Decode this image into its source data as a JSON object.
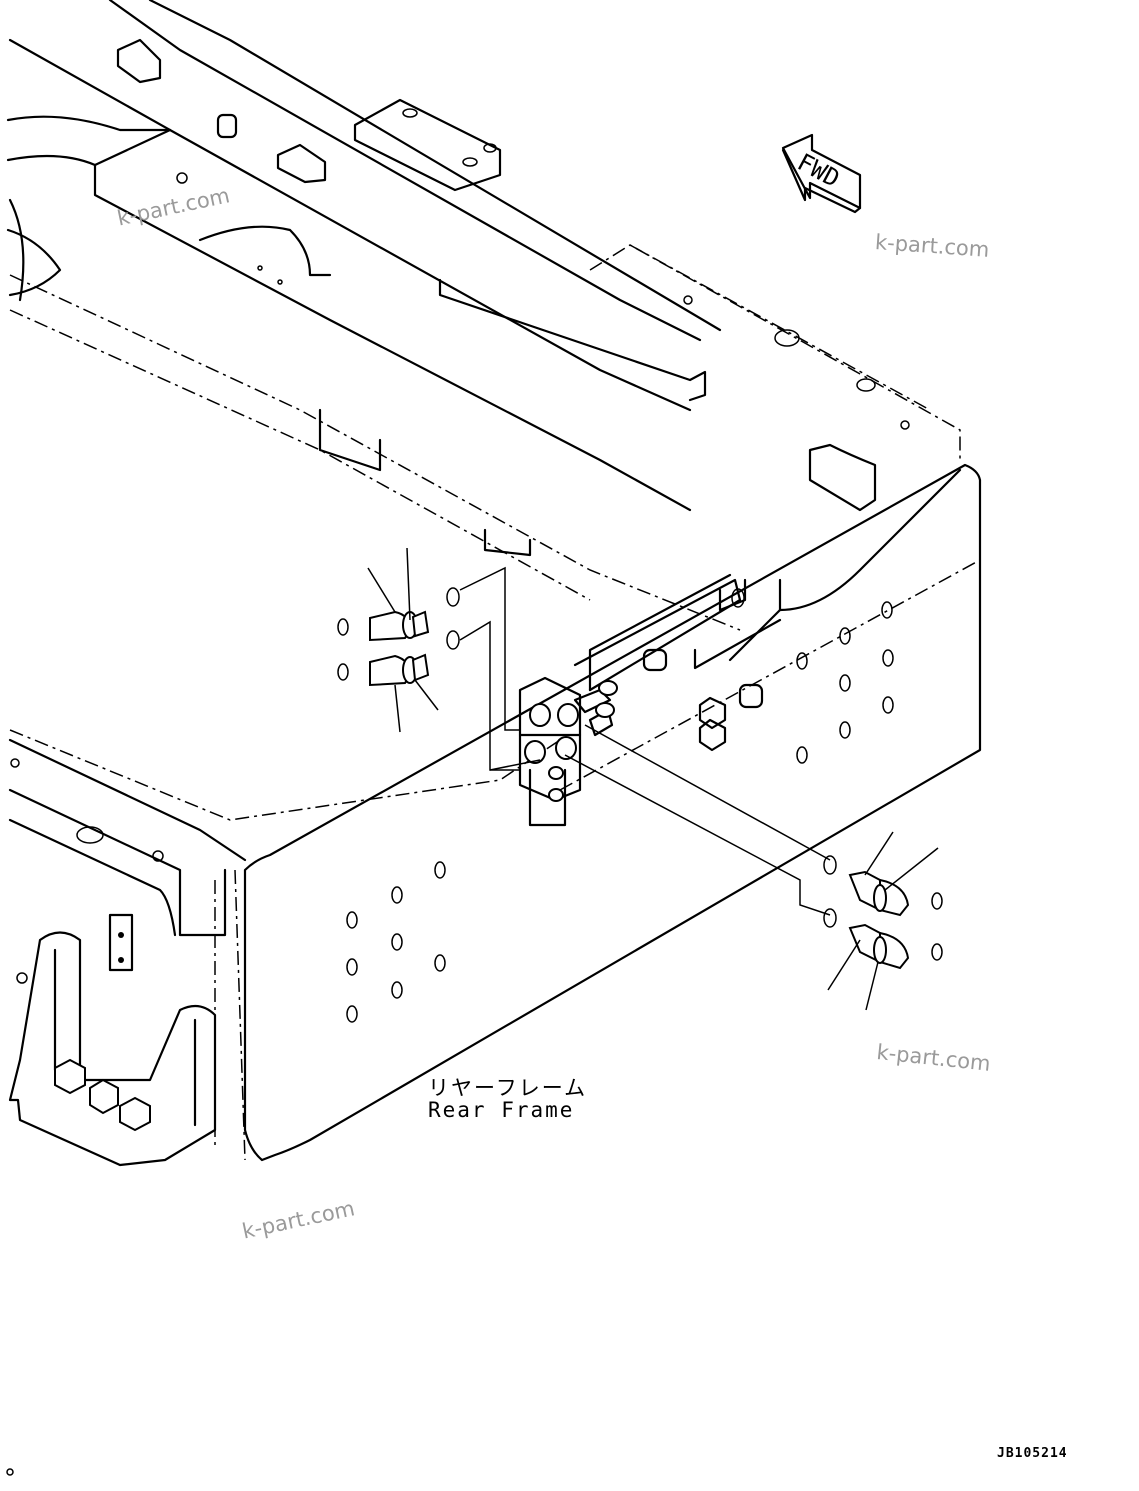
{
  "direction_marker": {
    "label": "FWD"
  },
  "part_label": {
    "japanese": "リヤーフレーム",
    "english": "Rear Frame"
  },
  "drawing_code": "JB105214",
  "watermarks": [
    "k-part.com",
    "k-part.com",
    "k-part.com",
    "k-part.com"
  ]
}
